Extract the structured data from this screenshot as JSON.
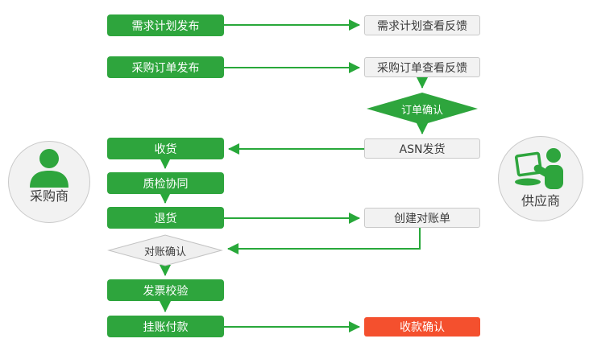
{
  "actors": {
    "buyer": "采购商",
    "supplier": "供应商"
  },
  "nodes": {
    "demand_plan_publish": "需求计划发布",
    "demand_plan_view_feedback": "需求计划查看反馈",
    "purchase_order_publish": "采购订单发布",
    "purchase_order_view_feedback": "采购订单查看反馈",
    "order_confirm": "订单确认",
    "asn_shipment": "ASN发货",
    "goods_receipt": "收货",
    "quality_inspection_collaboration": "质检协同",
    "goods_return": "退货",
    "create_reconciliation_statement": "创建对账单",
    "reconciliation_confirm": "对账确认",
    "invoice_verification": "发票校验",
    "accrual_payment": "挂账付款",
    "payment_receipt_confirm": "收款确认"
  },
  "icons": {
    "buyer_icon": "person-icon",
    "supplier_icon": "person-with-laptop-icon"
  },
  "colors": {
    "green_box": "#2ea53d",
    "arrow_green": "#28a83a",
    "red_box": "#f4502e",
    "gray_fill": "#f2f2f2",
    "gray_border": "#c9c9c9",
    "diamond_gray_fill": "#efefef",
    "dark_text": "#3c3c3c",
    "white_text": "#ffffff"
  }
}
